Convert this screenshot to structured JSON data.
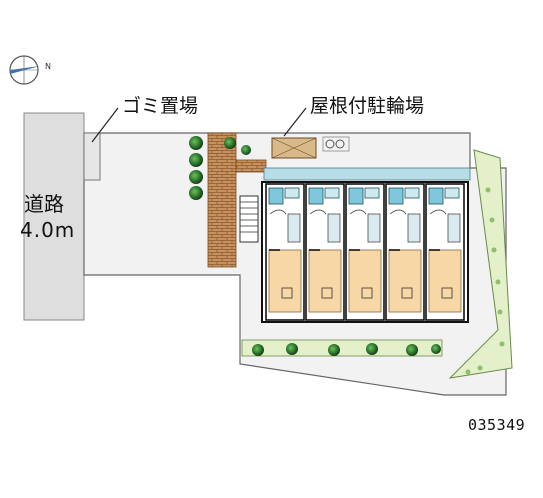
{
  "labels": {
    "road_name": "道路",
    "road_width": "4.0m",
    "garbage_area": "ゴミ置場",
    "bike_parking": "屋根付駐輪場",
    "property_code": "035349",
    "compass_north": "N"
  },
  "units": {
    "count": 5
  },
  "colors": {
    "road": "#dedede",
    "lot": "#f2f2f2",
    "building_outline": "#111111",
    "corridor": "#b9dde6",
    "room_floor": "#f7d7a5",
    "wet_area": "#7fc7dc",
    "brick": "#c9915c",
    "hedge": "#2f7a2f",
    "garden_strip": "#e3f0c9",
    "bike_roof": "#d9b98a"
  }
}
